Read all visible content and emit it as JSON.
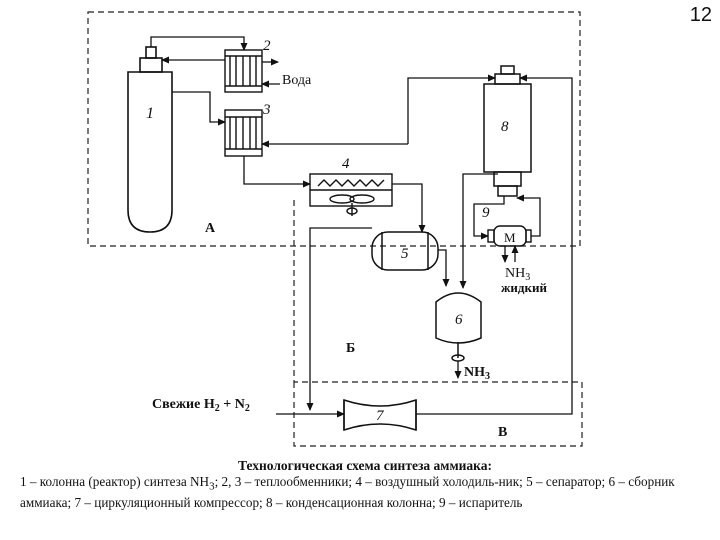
{
  "slide": {
    "number": "12"
  },
  "diagram": {
    "labels": {
      "n1": "1",
      "n2": "2",
      "n3": "3",
      "n4": "4",
      "n5": "5",
      "n6": "6",
      "n7": "7",
      "n8": "8",
      "n9": "9",
      "water": "Вода",
      "zoneA": "А",
      "zoneB": "Б",
      "zoneV": "В",
      "motor": "M",
      "nh3_liquid_formula": "NH",
      "nh3_liquid_sub": "3",
      "nh3_liquid_state": "жидкий",
      "nh3_out_formula": "NH",
      "nh3_out_sub": "3",
      "fresh_prefix": "Свежие H",
      "fresh_sub1": "2",
      "fresh_plus": " + N",
      "fresh_sub2": "2"
    }
  },
  "caption": {
    "title": "Технологическая схема синтеза аммиака:",
    "body_p1": "1 – колонна (реактор) синтеза NH",
    "body_sub": "3",
    "body_p2": "; 2, 3 – теплообменники; 4 – воздушный холодиль-ник; 5 – сепаратор; 6 – сборник аммиака; 7 – циркуляционный компрессор; 8 – конденсационная колонна; 9 – испаритель"
  }
}
